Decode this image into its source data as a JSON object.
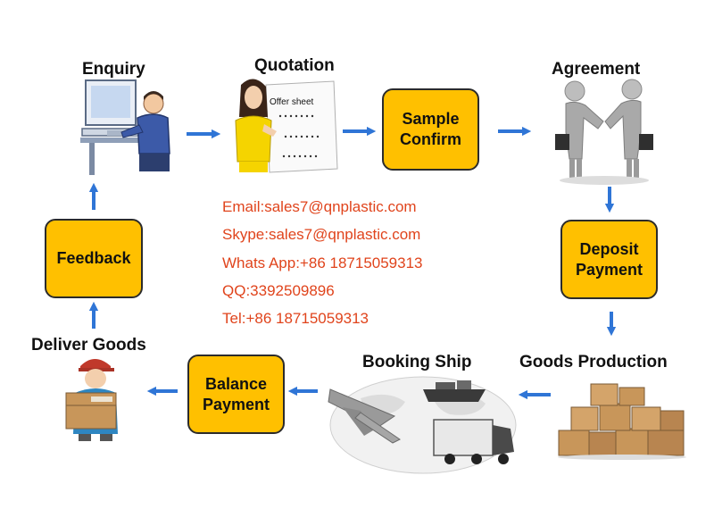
{
  "steps": {
    "enquiry": "Enquiry",
    "quotation": "Quotation",
    "offer_sheet": "Offer sheet",
    "sample_confirm": [
      "Sample",
      "Confirm"
    ],
    "agreement": "Agreement",
    "deposit_payment": [
      "Deposit",
      "Payment"
    ],
    "goods_production": "Goods Production",
    "booking_ship": "Booking Ship",
    "balance_payment": [
      "Balance",
      "Payment"
    ],
    "deliver_goods": "Deliver Goods",
    "feedback": "Feedback"
  },
  "contacts": {
    "email": "Email:sales7@qnplastic.com",
    "skype": "Skype:sales7@qnplastic.com",
    "whatsapp": "Whats App:+86 18715059313",
    "qq": "QQ:3392509896",
    "tel": "Tel:+86 18715059313"
  },
  "colors": {
    "box_fill": "#ffc000",
    "arrow": "#2f75d6",
    "contact_text": "#e0441c"
  },
  "icons": [
    "computer-user-icon",
    "offer-sheet-woman-icon",
    "handshake-icon",
    "cardboard-boxes-icon",
    "shipping-icon",
    "delivery-man-icon"
  ]
}
